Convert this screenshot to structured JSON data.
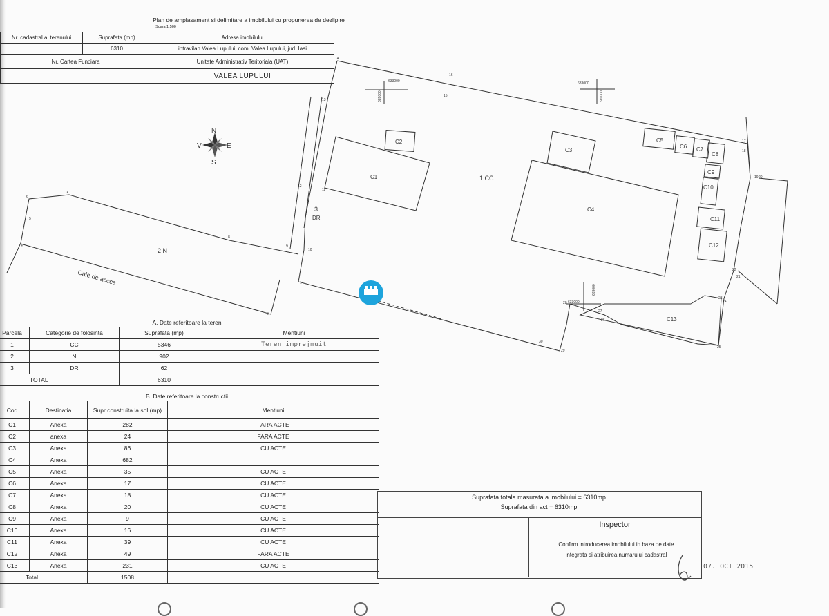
{
  "document": {
    "title": "Plan de amplasament si delimitare a imobilului cu propunerea de dezlipire",
    "scale": "Scara 1:500"
  },
  "header_table": {
    "col1_label": "Nr. cadastral al terenului",
    "col2_label": "Suprafata (mp)",
    "col3_label": "Adresa imobilului",
    "surface": "6310",
    "address": "intravilan Valea Lupului, com. Valea Lupului, jud. Iasi",
    "cf_label": "Nr. Cartea Funciara",
    "uat_label": "Unitate Administrativ Teritoriala (UAT)",
    "uat_value": "VALEA LUPULUI"
  },
  "plan": {
    "compass": {
      "n": "N",
      "s": "S",
      "e": "E",
      "v": "V"
    },
    "parcels": {
      "cc": "1 CC",
      "n": "2 N",
      "dr_num": "3",
      "dr": "DR"
    },
    "access_road": "Cale de acces",
    "buildings": [
      "C1",
      "C2",
      "C3",
      "C4",
      "C5",
      "C6",
      "C7",
      "C8",
      "C9",
      "C10",
      "C11",
      "C12",
      "C13"
    ],
    "coord_a": "633000",
    "coord_b": "689000",
    "points": [
      "1",
      "2",
      "3",
      "4",
      "5",
      "6",
      "7",
      "8",
      "9",
      "10",
      "11",
      "12",
      "13",
      "14",
      "15",
      "16",
      "17",
      "18",
      "19",
      "20",
      "21",
      "22",
      "23",
      "24",
      "25",
      "26",
      "27",
      "28",
      "29",
      "30"
    ]
  },
  "table_a": {
    "section_title": "A. Date referitoare la teren",
    "headers": [
      "Parcela",
      "Categorie de folosinta",
      "Suprafata (mp)",
      "Mentiuni"
    ],
    "rows": [
      [
        "1",
        "CC",
        "5346",
        "Teren imprejmuit"
      ],
      [
        "2",
        "N",
        "902",
        ""
      ],
      [
        "3",
        "DR",
        "62",
        ""
      ]
    ],
    "total_label": "TOTAL",
    "total_value": "6310"
  },
  "table_b": {
    "section_title": "B. Date referitoare la constructii",
    "headers": [
      "Cod",
      "Destinatia",
      "Supr construita la sol (mp)",
      "Mentiuni"
    ],
    "rows": [
      [
        "C1",
        "Anexa",
        "282",
        "FARA ACTE"
      ],
      [
        "C2",
        "anexa",
        "24",
        "FARA ACTE"
      ],
      [
        "C3",
        "Anexa",
        "86",
        "CU ACTE"
      ],
      [
        "C4",
        "Anexa",
        "682",
        ""
      ],
      [
        "C5",
        "Anexa",
        "35",
        "CU ACTE"
      ],
      [
        "C6",
        "Anexa",
        "17",
        "CU ACTE"
      ],
      [
        "C7",
        "Anexa",
        "18",
        "CU ACTE"
      ],
      [
        "C8",
        "Anexa",
        "20",
        "CU ACTE"
      ],
      [
        "C9",
        "Anexa",
        "9",
        "CU ACTE"
      ],
      [
        "C10",
        "Anexa",
        "16",
        "CU ACTE"
      ],
      [
        "C11",
        "Anexa",
        "39",
        "CU ACTE"
      ],
      [
        "C12",
        "Anexa",
        "49",
        "FARA ACTE"
      ],
      [
        "C13",
        "Anexa",
        "231",
        "CU ACTE"
      ]
    ],
    "total_label": "Total",
    "total_value": "1508"
  },
  "footer": {
    "measured_area": "Suprafata totala masurata a imobilului = 6310mp",
    "act_area": "Suprafata din act = 6310mp",
    "inspector_title": "Inspector",
    "inspector_text_1": "Confirm introducerea imobilului in baza de date",
    "inspector_text_2": "integrata si atribuirea numarului cadastral",
    "stamp_date": "07. OCT 2015"
  },
  "colors": {
    "line": "#333333",
    "badge": "#1ea4dc"
  }
}
